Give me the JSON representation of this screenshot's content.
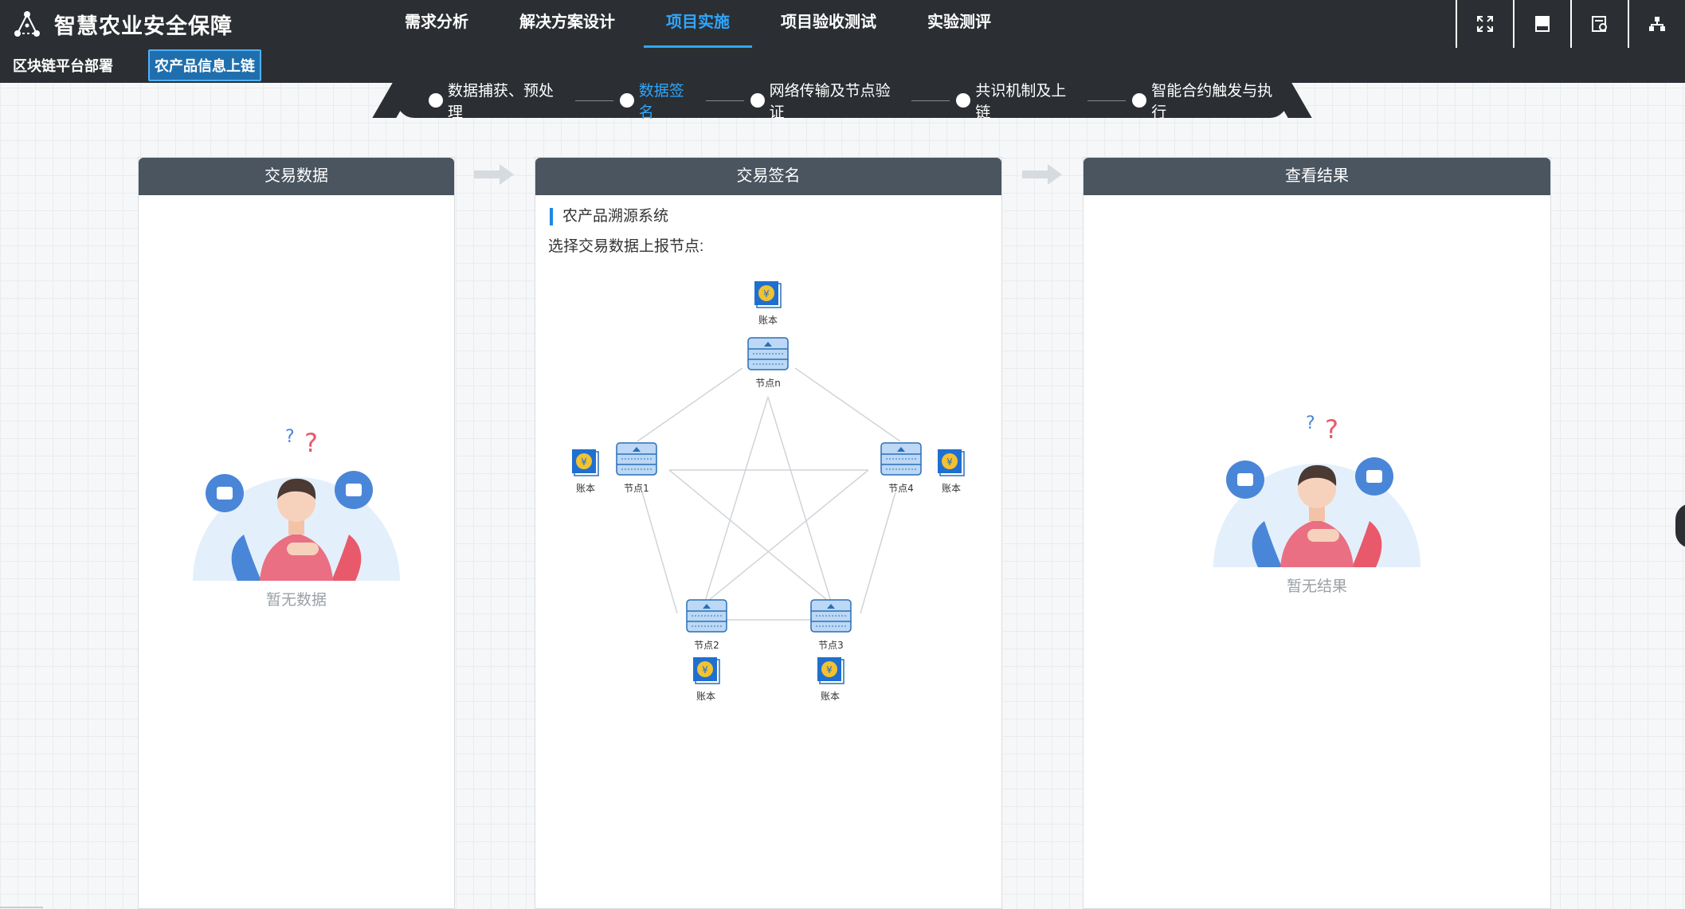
{
  "header": {
    "title": "智慧农业安全保障",
    "nav": [
      {
        "label": "需求分析"
      },
      {
        "label": "解决方案设计"
      },
      {
        "label": "项目实施"
      },
      {
        "label": "项目验收测试"
      },
      {
        "label": "实验测评"
      }
    ],
    "active_nav": "项目实施",
    "tools": [
      "fullscreen-icon",
      "notebook-icon",
      "report-icon",
      "structure-icon"
    ]
  },
  "subtabs": [
    {
      "label": "区块链平台部署"
    },
    {
      "label": "农产品信息上链"
    }
  ],
  "steps": [
    {
      "label": "数据捕获、预处理"
    },
    {
      "label": "数据签名"
    },
    {
      "label": "网络传输及节点验证"
    },
    {
      "label": "共识机制及上链"
    },
    {
      "label": "智能合约触发与执行"
    }
  ],
  "panels": {
    "left": {
      "title": "交易数据",
      "empty_text": "暂无数据"
    },
    "middle": {
      "title": "交易签名",
      "system_name": "农产品溯源系统",
      "hint": "选择交易数据上报节点:",
      "nodes": [
        {
          "label": "节点n"
        },
        {
          "label": "节点1"
        },
        {
          "label": "节点4"
        },
        {
          "label": "节点2"
        },
        {
          "label": "节点3"
        }
      ],
      "ledger_label": "账本"
    },
    "right": {
      "title": "查看结果",
      "empty_text": "暂无结果"
    }
  },
  "colors": {
    "header_bg": "#2b2f33",
    "accent": "#2ea6ff",
    "panel_head": "#4a5560"
  }
}
